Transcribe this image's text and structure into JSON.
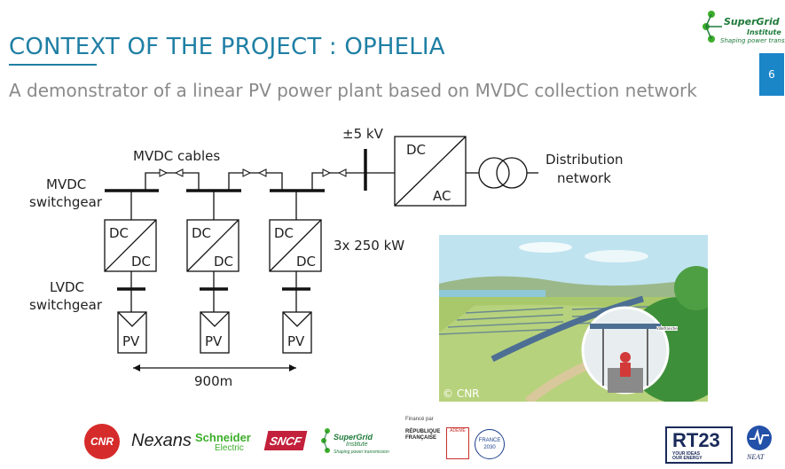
{
  "slide": {
    "title": "CONTEXT OF THE PROJECT : OPHELIA",
    "subtitle": "A demonstrator of a linear PV power plant based on MVDC collection network",
    "page_number": "6",
    "accent_color": "#1f7fa4"
  },
  "header_logo": {
    "name": "SuperGrid",
    "sub": "Institute",
    "tagline": "Shaping power transmission"
  },
  "diagram": {
    "mvdc_cables": "MVDC cables",
    "mvdc_switchgear": [
      "MVDC",
      "switchgear"
    ],
    "lvdc_switchgear": [
      "LVDC",
      "switchgear"
    ],
    "voltage": "±5 kV",
    "inverter_dc": "DC",
    "inverter_ac": "AC",
    "distribution": [
      "Distribution",
      "network"
    ],
    "converter_top": "DC",
    "converter_bottom": "DC",
    "pv_label": "PV",
    "rating": "3x 250 kW",
    "distance": "900m"
  },
  "photo": {
    "credit": "© CNR",
    "sign": "Villefranche"
  },
  "footer": {
    "cnr": "CNR",
    "nexans": "Nexans",
    "schneider": [
      "Schneider",
      "Electric"
    ],
    "sncf": "SNCF",
    "supergrid": "SuperGrid",
    "supergrid_sub": "Institute",
    "supergrid_tag": "Shaping power transmission",
    "finance_label": "Financé par",
    "republique": [
      "RÉPUBLIQUE",
      "FRANÇAISE"
    ],
    "ademe": "ADEME",
    "france2030": [
      "FRANCE",
      "2030"
    ],
    "rt23": "RT23",
    "rt23_tag": [
      "YOUR IDEAS",
      "OUR ENERGY"
    ],
    "neat": "NEAT"
  }
}
